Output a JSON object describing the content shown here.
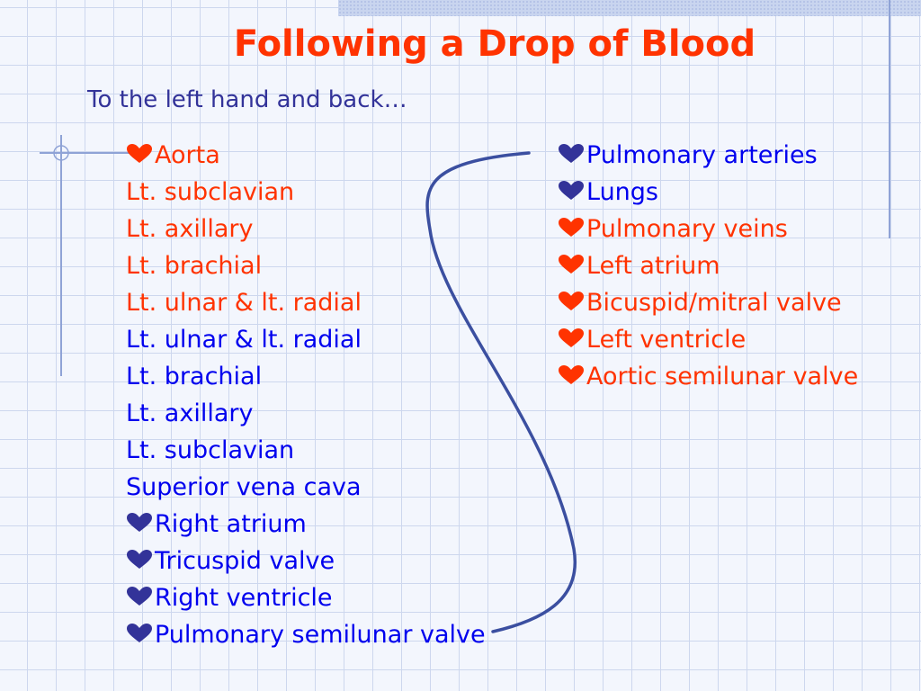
{
  "slide": {
    "title": "Following a Drop of Blood",
    "subtitle": "To the left hand and back…"
  },
  "left_list": [
    {
      "text": "Aorta",
      "bullet": true,
      "color": "red"
    },
    {
      "text": "Lt. subclavian",
      "bullet": false,
      "color": "red"
    },
    {
      "text": "Lt. axillary",
      "bullet": false,
      "color": "red"
    },
    {
      "text": "Lt. brachial",
      "bullet": false,
      "color": "red"
    },
    {
      "text": "Lt. ulnar & lt. radial",
      "bullet": false,
      "color": "red"
    },
    {
      "text": "Lt. ulnar & lt. radial",
      "bullet": false,
      "color": "blue"
    },
    {
      "text": "Lt. brachial",
      "bullet": false,
      "color": "blue"
    },
    {
      "text": "Lt. axillary",
      "bullet": false,
      "color": "blue"
    },
    {
      "text": "Lt. subclavian",
      "bullet": false,
      "color": "blue"
    },
    {
      "text": "Superior vena cava",
      "bullet": false,
      "color": "blue"
    },
    {
      "text": "Right atrium",
      "bullet": true,
      "color": "blue"
    },
    {
      "text": "Tricuspid valve",
      "bullet": true,
      "color": "blue"
    },
    {
      "text": "Right ventricle",
      "bullet": true,
      "color": "blue"
    },
    {
      "text": "Pulmonary semilunar valve",
      "bullet": true,
      "color": "blue"
    }
  ],
  "right_list": [
    {
      "text": "Pulmonary arteries",
      "bullet": true,
      "color": "blue"
    },
    {
      "text": "Lungs",
      "bullet": true,
      "color": "blue"
    },
    {
      "text": "Pulmonary veins",
      "bullet": true,
      "color": "red"
    },
    {
      "text": "Left atrium",
      "bullet": true,
      "color": "red"
    },
    {
      "text": "Bicuspid/mitral valve",
      "bullet": true,
      "color": "red"
    },
    {
      "text": "Left ventricle",
      "bullet": true,
      "color": "red"
    },
    {
      "text": "Aortic semilunar valve",
      "bullet": true,
      "color": "red"
    }
  ],
  "colors": {
    "red": "#ff3300",
    "blue": "#0000ee",
    "heart_blue": "#333399",
    "title": "#ff3300",
    "subtitle": "#333399",
    "connector": "#3b4fa0"
  },
  "icons": {
    "bullet": "heart-icon"
  }
}
